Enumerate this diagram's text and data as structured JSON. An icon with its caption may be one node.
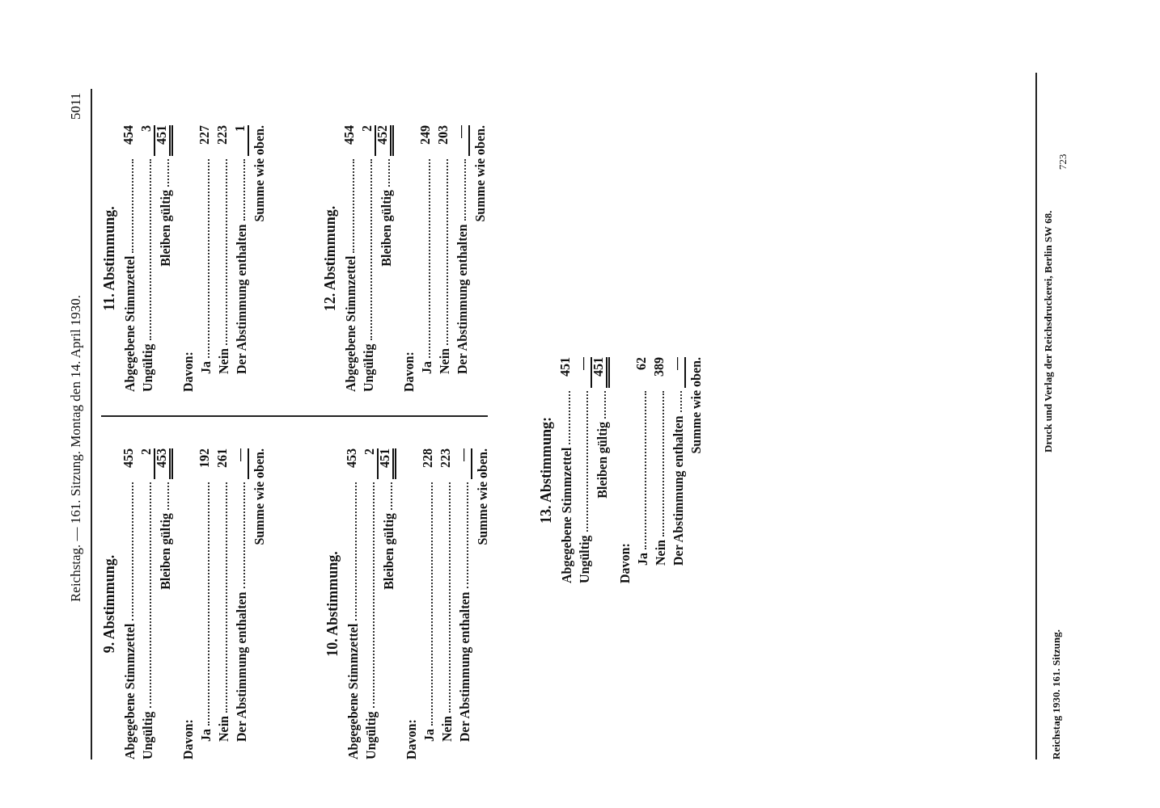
{
  "diagram": {
    "title": "Reichstag. — 161. Sitzung. Montag den 14. April 1930.",
    "labels": [
      "5011",
      "9. Abstimmung.",
      "Abgegebene Stimmzettel",
      "455",
      "Ungültig",
      "2",
      "Bleiben gültig",
      "453",
      "Davon:",
      "Ja",
      "192",
      "Nein",
      "261",
      "Der Abstimmung enthalten",
      "—",
      "Summe wie oben.",
      "10. Abstimmung.",
      "Abgegebene Stimmzettel",
      "453",
      "Ungültig",
      "2",
      "Bleiben gültig",
      "451",
      "Davon:",
      "Ja",
      "228",
      "Nein",
      "223",
      "Der Abstimmung enthalten",
      "—",
      "Summe wie oben.",
      "11. Abstimmung.",
      "Abgegebene Stimmzettel",
      "454",
      "Ungültig",
      "3",
      "Bleiben gültig",
      "451",
      "Davon:",
      "Ja",
      "227",
      "Nein",
      "223",
      "Der Abstimmung enthalten",
      "1",
      "Summe wie oben.",
      "12. Abstimmung.",
      "Abgegebene Stimmzettel",
      "454",
      "Ungültig",
      "2",
      "Bleiben gültig",
      "452",
      "Davon:",
      "Ja",
      "249",
      "Nein",
      "203",
      "Der Abstimmung enthalten",
      "—",
      "Summe wie oben.",
      "13. Abstimmung:",
      "Abgegebene Stimmzettel",
      "451",
      "Ungültig",
      "—",
      "Bleiben gültig",
      "451",
      "Davon:",
      "Ja",
      "62",
      "Nein",
      "389",
      "Der Abstimmung enthalten",
      "—",
      "Summe wie oben.",
      "Reichstag 1930. 161. Sitzung.",
      "Druck und Verlag der Reichsdruckerei, Berlin SW 68.",
      "723"
    ]
  }
}
